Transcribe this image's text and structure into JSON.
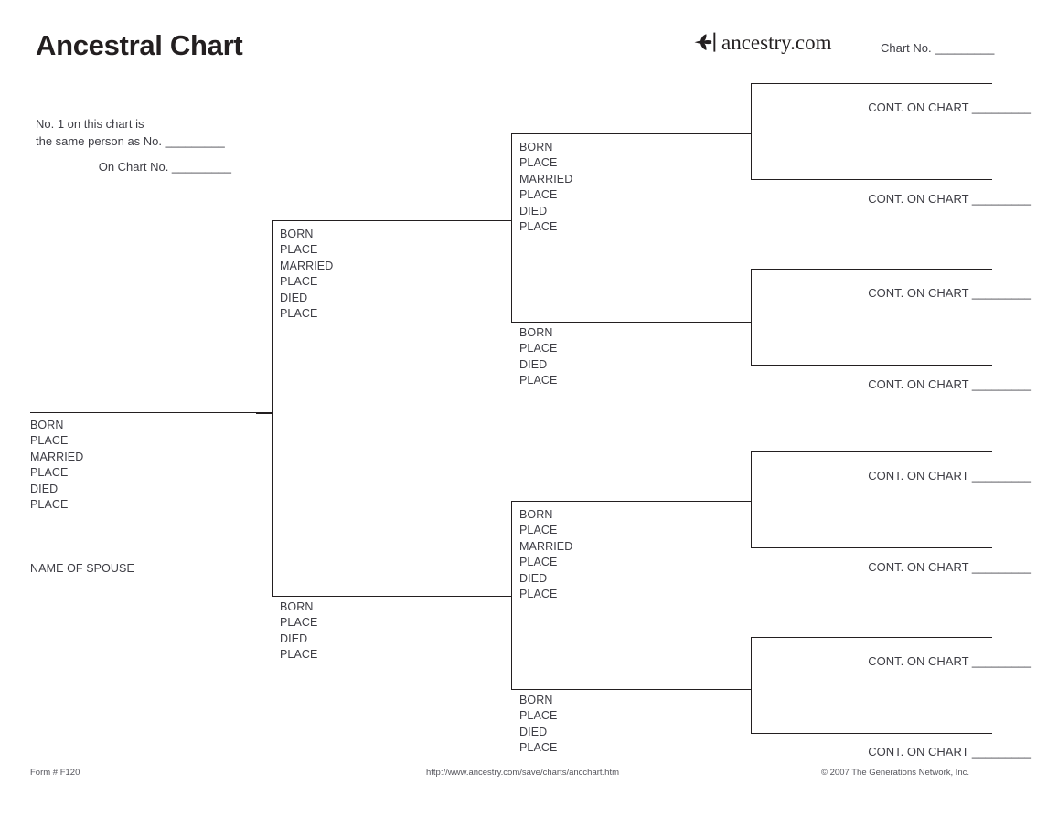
{
  "page": {
    "title": "Ancestral Chart"
  },
  "brand": {
    "logo_icon": "ancestry-leaf-icon",
    "wordmark": "ancestry.com"
  },
  "header": {
    "chart_no_label": "Chart No. _________"
  },
  "same_person": {
    "line1": "No. 1 on this chart is",
    "line2": "the same person as No. _________",
    "line3": "On Chart No. _________"
  },
  "field_labels": {
    "born": "BORN",
    "place": "PLACE",
    "married": "MARRIED",
    "died": "DIED"
  },
  "captions": {
    "name_of_spouse": "NAME OF SPOUSE",
    "cont_on_chart": "CONT. ON CHART _________"
  },
  "persons": {
    "p1": {
      "fields": [
        "BORN",
        "PLACE",
        "MARRIED",
        "PLACE",
        "DIED",
        "PLACE"
      ],
      "spouse_caption": "NAME OF SPOUSE"
    },
    "p2_father": {
      "fields": [
        "BORN",
        "PLACE",
        "MARRIED",
        "PLACE",
        "DIED",
        "PLACE"
      ]
    },
    "p3_mother": {
      "fields": [
        "BORN",
        "PLACE",
        "DIED",
        "PLACE"
      ]
    },
    "p4": {
      "fields": [
        "BORN",
        "PLACE",
        "MARRIED",
        "PLACE",
        "DIED",
        "PLACE"
      ]
    },
    "p5": {
      "fields": [
        "BORN",
        "PLACE",
        "DIED",
        "PLACE"
      ]
    },
    "p6": {
      "fields": [
        "BORN",
        "PLACE",
        "MARRIED",
        "PLACE",
        "DIED",
        "PLACE"
      ]
    },
    "p7": {
      "fields": [
        "BORN",
        "PLACE",
        "DIED",
        "PLACE"
      ]
    }
  },
  "generation4": [
    {
      "cont": "CONT. ON CHART _________"
    },
    {
      "cont": "CONT. ON CHART _________"
    },
    {
      "cont": "CONT. ON CHART _________"
    },
    {
      "cont": "CONT. ON CHART _________"
    },
    {
      "cont": "CONT. ON CHART _________"
    },
    {
      "cont": "CONT. ON CHART _________"
    },
    {
      "cont": "CONT. ON CHART _________"
    },
    {
      "cont": "CONT. ON CHART _________"
    }
  ],
  "footer": {
    "form_no": "Form # F120",
    "url": "http://www.ancestry.com/save/charts/ancchart.htm",
    "copyright": "© 2007 The Generations Network, Inc."
  },
  "colors": {
    "ink": "#231f20",
    "text": "#3d3d44",
    "footer": "#55555c",
    "paper": "#ffffff"
  }
}
